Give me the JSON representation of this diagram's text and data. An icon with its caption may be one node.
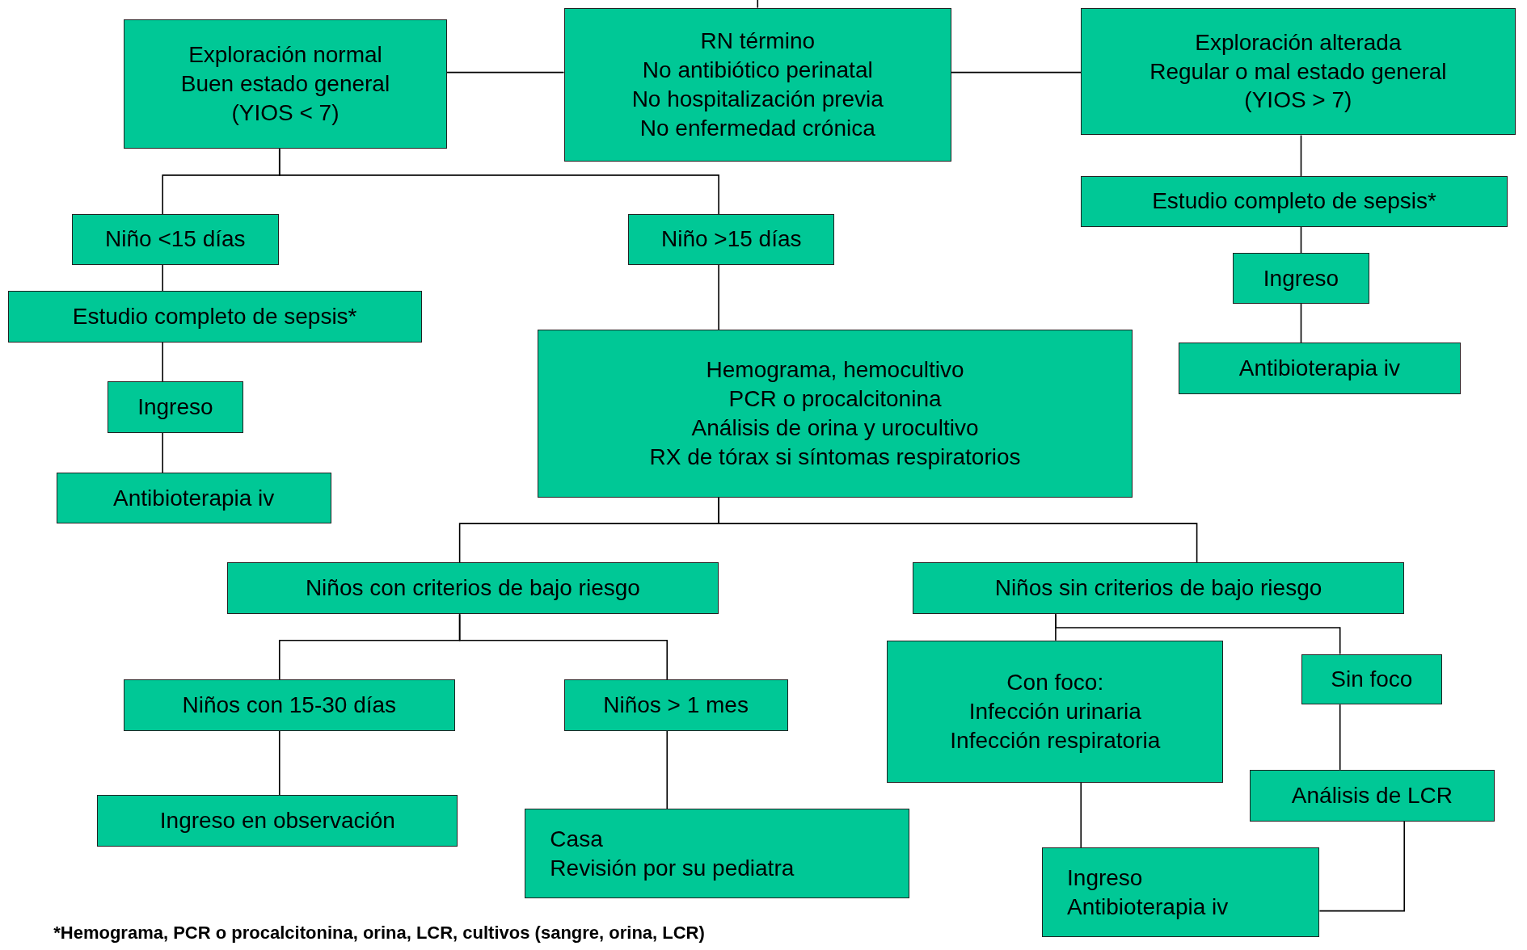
{
  "diagram": {
    "nodes": [
      {
        "text": [
          "Exploración normal",
          "Buen estado general",
          "(YIOS < 7)"
        ]
      },
      {
        "text": [
          "RN término",
          "No antibiótico perinatal",
          "No hospitalización previa",
          "No enfermedad crónica"
        ]
      },
      {
        "text": [
          "Exploración alterada",
          "Regular o mal estado general",
          "(YIOS > 7)"
        ]
      },
      {
        "text": [
          "Estudio completo de sepsis*"
        ]
      },
      {
        "text": [
          "Ingreso"
        ]
      },
      {
        "text": [
          "Antibioterapia iv"
        ]
      },
      {
        "text": [
          "Niño <15 días"
        ]
      },
      {
        "text": [
          "Niño >15 días"
        ]
      },
      {
        "text": [
          "Estudio completo de sepsis*"
        ]
      },
      {
        "text": [
          "Ingreso"
        ]
      },
      {
        "text": [
          "Antibioterapia iv"
        ]
      },
      {
        "text": [
          "Hemograma, hemocultivo",
          "PCR o procalcitonina",
          "Análisis de orina y urocultivo",
          "RX de tórax si síntomas respiratorios"
        ]
      },
      {
        "text": [
          "Niños con criterios de bajo riesgo"
        ]
      },
      {
        "text": [
          "Niños sin criterios de bajo riesgo"
        ]
      },
      {
        "text": [
          "Niños con 15-30 días"
        ]
      },
      {
        "text": [
          "Niños > 1 mes"
        ]
      },
      {
        "text": [
          "Ingreso en observación"
        ]
      },
      {
        "text": [
          "Casa",
          "Revisión por su pediatra"
        ]
      },
      {
        "text": [
          "Con foco:",
          "Infección urinaria",
          "Infección respiratoria"
        ]
      },
      {
        "text": [
          "Sin foco"
        ]
      },
      {
        "text": [
          "Análisis de LCR"
        ]
      },
      {
        "text": [
          "Ingreso",
          "Antibioterapia iv"
        ]
      }
    ],
    "edges": [
      {
        "from": 1,
        "to": null,
        "arrow": "none"
      },
      {
        "from": 1,
        "to": 0,
        "arrow": "none"
      },
      {
        "from": 1,
        "to": 2,
        "arrow": "none"
      },
      {
        "from": 0,
        "to": 6,
        "arrow": "none"
      },
      {
        "from": 0,
        "to": 7,
        "arrow": "none"
      },
      {
        "from": 2,
        "to": 3,
        "arrow": "none"
      },
      {
        "from": 3,
        "to": 4,
        "arrow": "none"
      },
      {
        "from": 4,
        "to": 5,
        "arrow": "none"
      },
      {
        "from": 6,
        "to": 8,
        "arrow": "none"
      },
      {
        "from": 8,
        "to": 9,
        "arrow": "none"
      },
      {
        "from": 9,
        "to": 10,
        "arrow": "none"
      },
      {
        "from": 7,
        "to": 11,
        "arrow": "none"
      },
      {
        "from": 11,
        "to": 12,
        "arrow": "none"
      },
      {
        "from": 11,
        "to": 13,
        "arrow": "none"
      },
      {
        "from": 12,
        "to": 14,
        "arrow": "none"
      },
      {
        "from": 12,
        "to": 15,
        "arrow": "none"
      },
      {
        "from": 14,
        "to": 16,
        "arrow": "none"
      },
      {
        "from": 15,
        "to": 17,
        "arrow": "none"
      },
      {
        "from": 13,
        "to": 18,
        "arrow": "none"
      },
      {
        "from": 13,
        "to": 19,
        "arrow": "none"
      },
      {
        "from": 18,
        "to": 21,
        "arrow": "none"
      },
      {
        "from": 19,
        "to": 20,
        "arrow": "none"
      },
      {
        "from": 20,
        "to": 21,
        "arrow": "none"
      }
    ],
    "labels": [
      "*Hemograma, PCR o procalcitonina, orina, LCR, cultivos (sangre, orina, LCR)"
    ]
  }
}
